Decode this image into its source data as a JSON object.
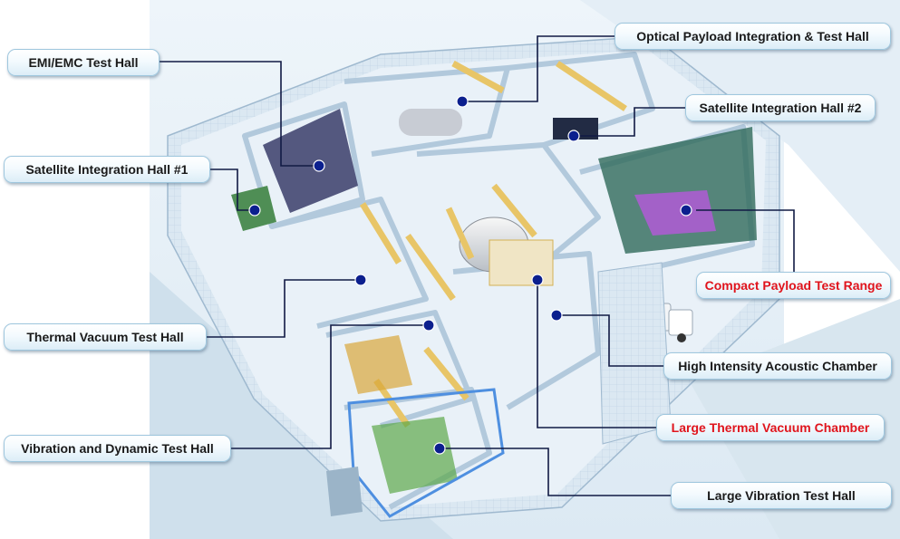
{
  "diagram": {
    "labels": {
      "emi_emc": "EMI/EMC Test Hall",
      "optical_payload": "Optical Payload Integration & Test Hall",
      "satellite_hall_2": "Satellite Integration Hall #2",
      "satellite_hall_1": "Satellite Integration Hall #1",
      "compact_payload": "Compact Payload Test Range",
      "thermal_vacuum_hall": "Thermal Vacuum Test Hall",
      "high_intensity_acoustic": "High Intensity Acoustic Chamber",
      "large_thermal_vacuum": "Large Thermal Vacuum Chamber",
      "vibration_dynamic": "Vibration and Dynamic Test Hall",
      "large_vibration": "Large Vibration Test Hall"
    },
    "highlighted_labels": [
      "compact_payload",
      "large_thermal_vacuum"
    ],
    "colors": {
      "highlight_text": "#e0141c",
      "leader_line": "#111a44",
      "marker_dot": "#0b1f8e",
      "building_wall": "#d7e6f2",
      "floor": "#eaf2f8"
    }
  }
}
